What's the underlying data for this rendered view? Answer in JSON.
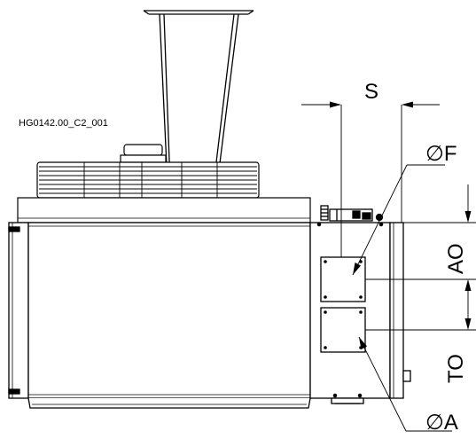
{
  "drawing": {
    "id_label": "HG0142.00_C2_001",
    "dimensions": {
      "s": "S",
      "f": "∅F",
      "ao": "AO",
      "to": "TO",
      "a": "∅A"
    }
  }
}
